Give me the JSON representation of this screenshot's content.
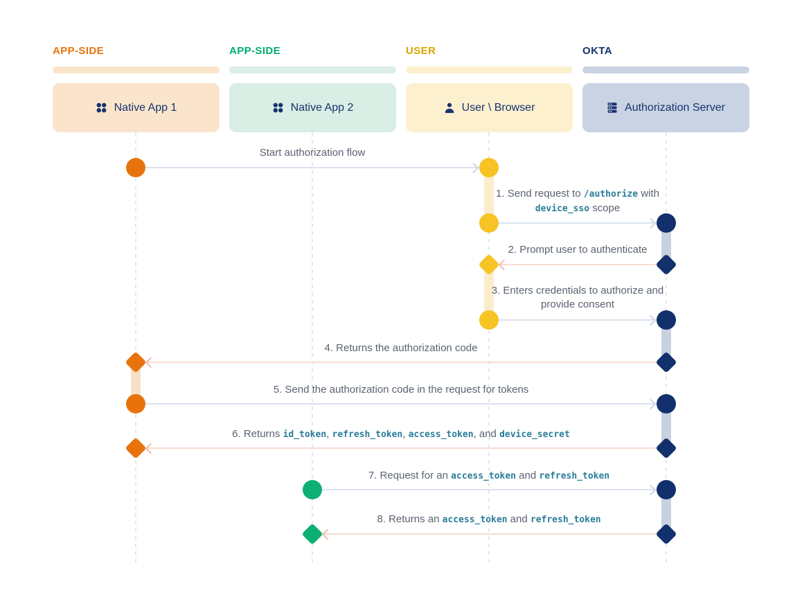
{
  "lanes": [
    {
      "group": "APP-SIDE",
      "actor": "Native App 1",
      "icon": "app-grid-icon",
      "accent": "#E8720C",
      "fill": "#FAE5CC"
    },
    {
      "group": "APP-SIDE",
      "actor": "Native App 2",
      "icon": "app-grid-icon",
      "accent": "#00AE6E",
      "fill": "#D9EEE4"
    },
    {
      "group": "USER",
      "actor": "User \\ Browser",
      "icon": "user-icon",
      "accent": "#D9A400",
      "fill": "#FDF0CF"
    },
    {
      "group": "OKTA",
      "actor": "Authorization Server",
      "icon": "server-icon",
      "accent": "#17336F",
      "fill": "#C9D3E3"
    }
  ],
  "messages": [
    {
      "from": "Native App 1",
      "to": "User \\ Browser",
      "kind": "request",
      "segments": [
        {
          "text": "Start authorization flow",
          "code": false
        }
      ]
    },
    {
      "from": "User \\ Browser",
      "to": "Authorization Server",
      "kind": "request",
      "segments": [
        {
          "text": "1. Send request to ",
          "code": false
        },
        {
          "text": "/authorize",
          "code": true
        },
        {
          "text": " with ",
          "code": false
        },
        {
          "text": "device_sso",
          "code": true
        },
        {
          "text": " scope",
          "code": false
        }
      ]
    },
    {
      "from": "Authorization Server",
      "to": "User \\ Browser",
      "kind": "reply",
      "segments": [
        {
          "text": "2. Prompt user to authenticate",
          "code": false
        }
      ]
    },
    {
      "from": "User \\ Browser",
      "to": "Authorization Server",
      "kind": "request",
      "segments": [
        {
          "text": "3. Enters credentials to authorize and provide consent",
          "code": false
        }
      ]
    },
    {
      "from": "Authorization Server",
      "to": "Native App 1",
      "kind": "reply",
      "segments": [
        {
          "text": "4. Returns the authorization code",
          "code": false
        }
      ]
    },
    {
      "from": "Native App 1",
      "to": "Authorization Server",
      "kind": "request",
      "segments": [
        {
          "text": "5. Send the authorization code in the request for tokens",
          "code": false
        }
      ]
    },
    {
      "from": "Authorization Server",
      "to": "Native App 1",
      "kind": "reply",
      "segments": [
        {
          "text": "6. Returns ",
          "code": false
        },
        {
          "text": "id_token",
          "code": true
        },
        {
          "text": ", ",
          "code": false
        },
        {
          "text": "refresh_token",
          "code": true
        },
        {
          "text": ", ",
          "code": false
        },
        {
          "text": "access_token",
          "code": true
        },
        {
          "text": ", and ",
          "code": false
        },
        {
          "text": "device_secret",
          "code": true
        }
      ]
    },
    {
      "from": "Native App 2",
      "to": "Authorization Server",
      "kind": "request",
      "segments": [
        {
          "text": "7. Request for an ",
          "code": false
        },
        {
          "text": "access_token",
          "code": true
        },
        {
          "text": " and ",
          "code": false
        },
        {
          "text": "refresh_token",
          "code": true
        }
      ]
    },
    {
      "from": "Authorization Server",
      "to": "Native App 2",
      "kind": "reply",
      "segments": [
        {
          "text": "8. Returns an ",
          "code": false
        },
        {
          "text": "access_token",
          "code": true
        },
        {
          "text": " and ",
          "code": false
        },
        {
          "text": "refresh_token",
          "code": true
        }
      ]
    }
  ],
  "colors": {
    "request_arrow": "#DAE2EF",
    "reply_arrow": "#F8DBD2",
    "reply_arrowhead": "#F2B9A6",
    "code_text": "#2A7C98",
    "label_text": "#5A6270",
    "navy_marker": "#12306B",
    "orange_marker": "#E8730D",
    "yellow_marker": "#F7C325",
    "green_marker": "#0CAF74"
  }
}
